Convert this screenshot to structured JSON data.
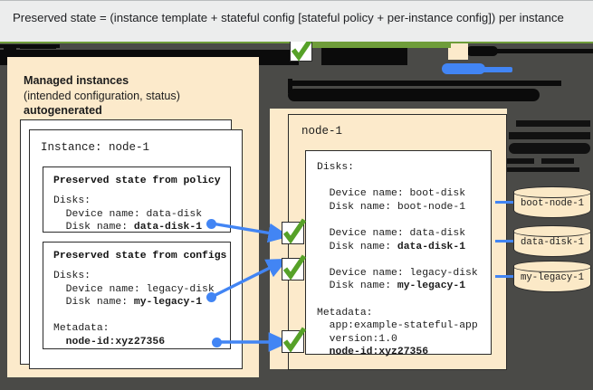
{
  "caption": {
    "text": "Preserved state = (instance template + stateful config [stateful policy + per-instance config]) per instance"
  },
  "colors": {
    "cream": "#fceacb",
    "dark_background": "#4a4a47",
    "accent_blue": "#4285f4",
    "accent_green": "#6f9d3a",
    "caption_background": "#eceded",
    "redaction": "#0b0b0b"
  },
  "left_panel": {
    "title": "Managed instances",
    "subtitle": "(intended configuration, status)",
    "tag": "autogenerated",
    "instance_card": {
      "title": "Instance: node-1",
      "policy_box": {
        "heading": "Preserved state from policy",
        "lines": [
          {
            "text": "Disks:",
            "bold": false
          },
          {
            "text": "  Device name: data-disk",
            "bold": false
          },
          {
            "text": "  Disk name: ",
            "bold": false,
            "value": "data-disk-1"
          }
        ]
      },
      "configs_box": {
        "heading": "Preserved state from configs",
        "lines": [
          {
            "text": "Disks:",
            "bold": false
          },
          {
            "text": "  Device name: legacy-disk",
            "bold": false
          },
          {
            "text": "  Disk name: ",
            "bold": false,
            "value": "my-legacy-1"
          },
          {
            "text": "",
            "bold": false
          },
          {
            "text": "Metadata:",
            "bold": false
          },
          {
            "text": "  ",
            "bold": false,
            "value": "node-id:xyz27356"
          }
        ]
      }
    }
  },
  "right_panel": {
    "node_title": "node-1",
    "disks_label": "Disks:",
    "entries": [
      {
        "device": "  Device name: boot-disk",
        "disk": "  Disk name: boot-node-1",
        "disk_bold": false,
        "checked": false
      },
      {
        "device": "  Device name: data-disk",
        "disk": "  Disk name: data-disk-1",
        "disk_bold": true,
        "checked": true
      },
      {
        "device": "  Device name: legacy-disk",
        "disk": "  Disk name: my-legacy-1",
        "disk_bold": true,
        "checked": true
      }
    ],
    "metadata_label": "Metadata:",
    "metadata": [
      {
        "text": "  app:example-stateful-app",
        "bold": false
      },
      {
        "text": "  version:1.0",
        "bold": false
      },
      {
        "text": "  node-id:xyz27356",
        "bold": true
      }
    ]
  },
  "disks": [
    {
      "name": "boot-node-1"
    },
    {
      "name": "data-disk-1"
    },
    {
      "name": "my-legacy-1"
    }
  ],
  "icons": {
    "check": "green-check-icon",
    "disk": "disk-cylinder-icon",
    "arrow": "blue-arrow-icon"
  }
}
